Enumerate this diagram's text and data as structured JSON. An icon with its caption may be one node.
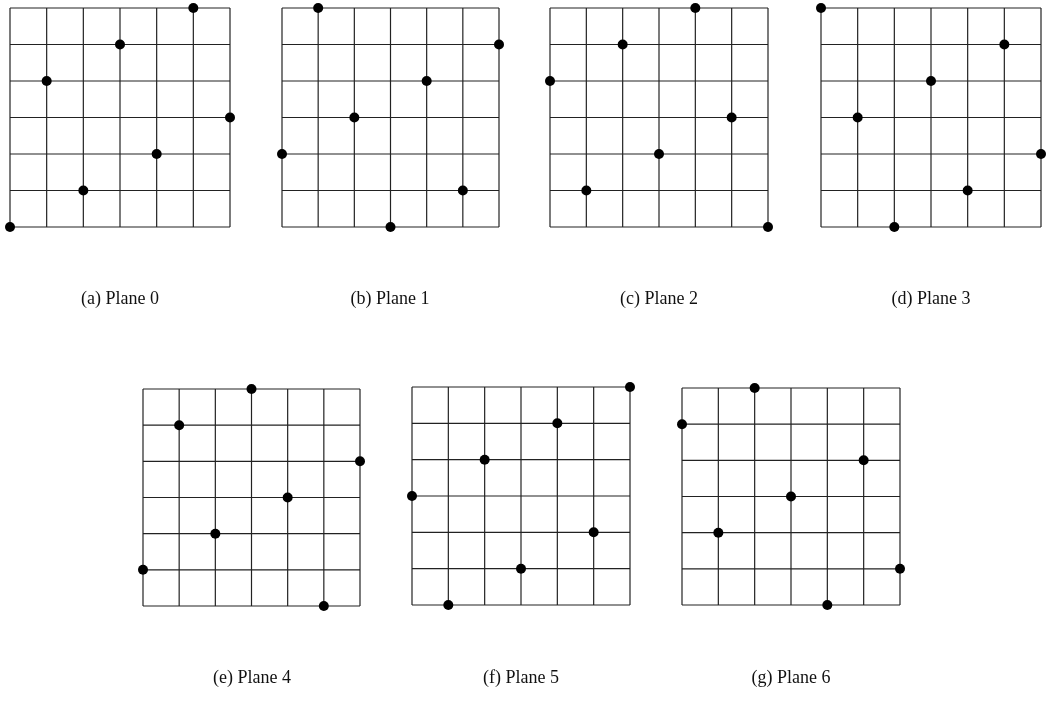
{
  "diagram": {
    "labels": [
      "(a) Plane 0",
      "(b) Plane 1",
      "(c) Plane 2",
      "(d) Plane 3",
      "(e) Plane 4",
      "(f) Plane 5",
      "(g) Plane 6"
    ]
  }
}
